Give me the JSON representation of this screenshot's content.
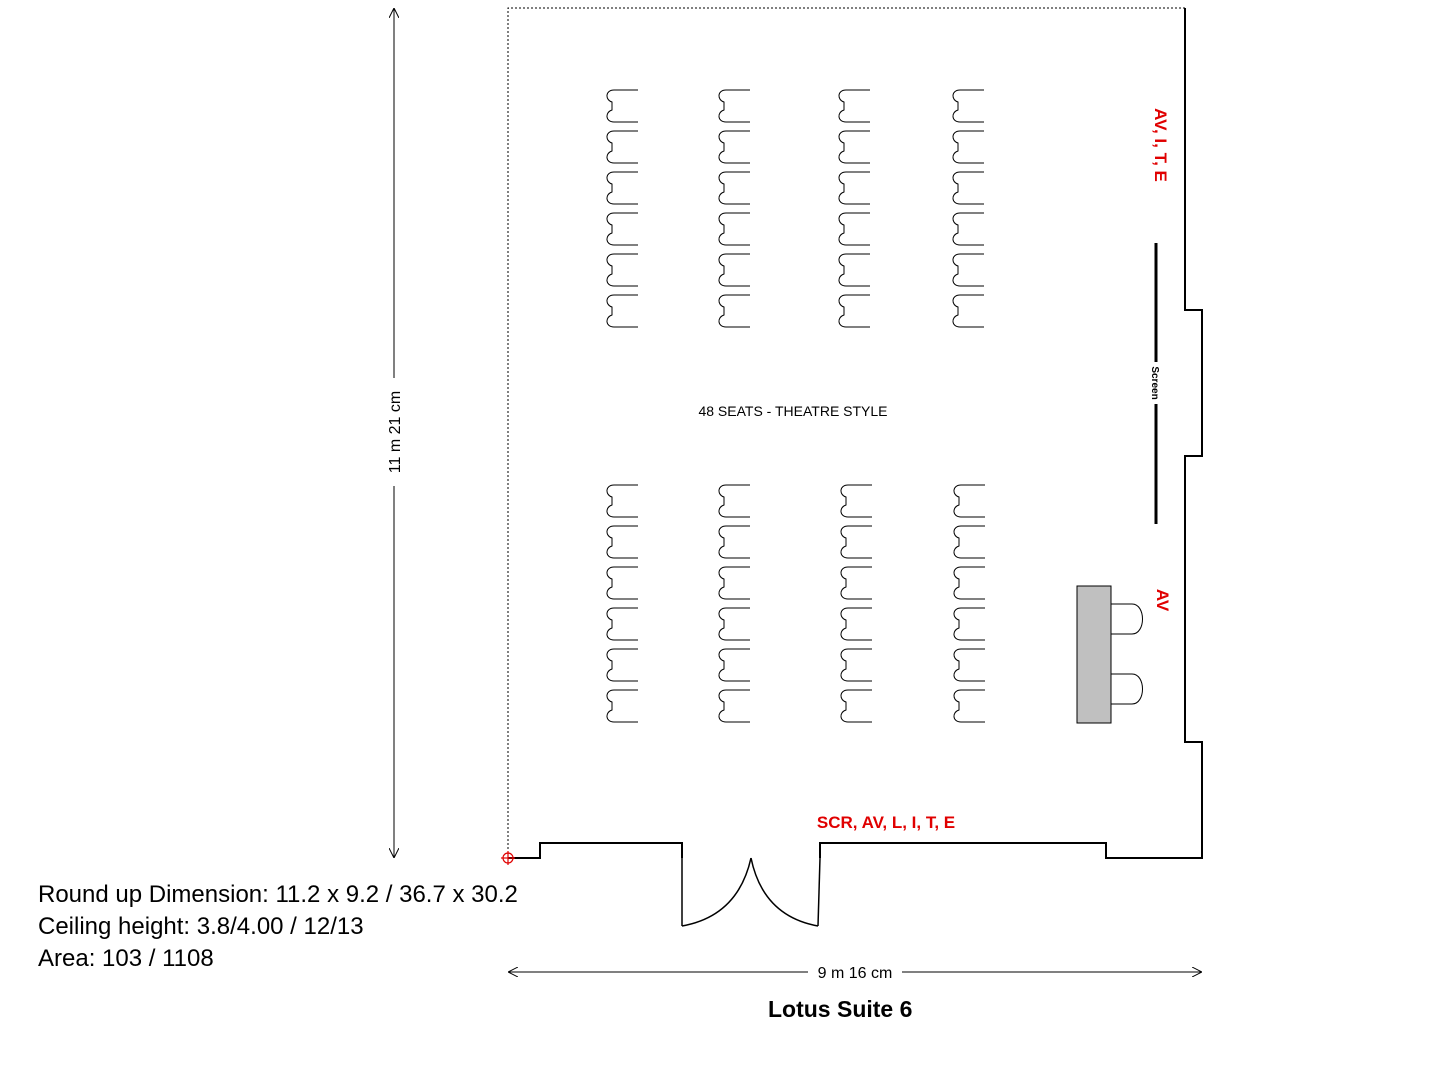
{
  "labels": {
    "seating_note": "48 SEATS - THEATRE STYLE",
    "screen": "Screen",
    "height_dim": "11 m 21 cm",
    "width_dim": "9 m 16 cm",
    "room_name": "Lotus Suite 6"
  },
  "facilities": {
    "right_wall_top": "AV, I, T, E",
    "av_table": "AV",
    "bottom_wall": "SCR, AV, L, I, T, E"
  },
  "info": {
    "dimension": "Round up Dimension: 11.2 x 9.2 / 36.7 x 30.2",
    "ceiling": "Ceiling height: 3.8/4.00 / 12/13",
    "area": "Area: 103 / 1108"
  },
  "colors": {
    "facility_label": "#e00000",
    "wall": "#000000",
    "av_table_fill": "#c0c0c0"
  }
}
